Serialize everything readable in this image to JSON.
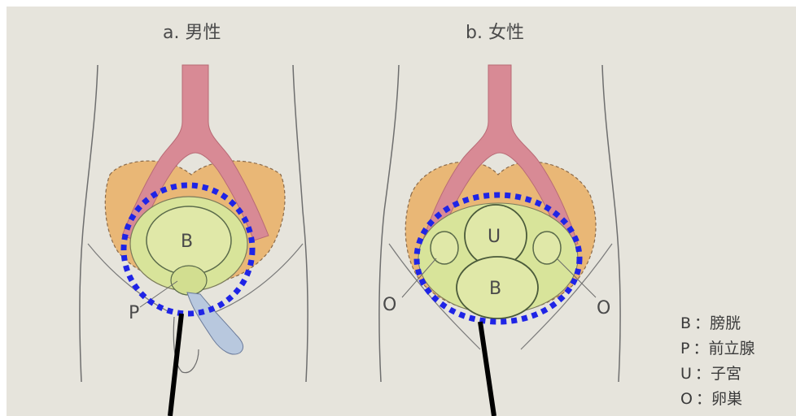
{
  "panels": {
    "male": {
      "title": "a. 男性",
      "labels": {
        "bladder": "B",
        "prostate": "P"
      }
    },
    "female": {
      "title": "b. 女性",
      "labels": {
        "uterus": "U",
        "bladder": "B",
        "ovary_left": "O",
        "ovary_right": "O"
      }
    }
  },
  "legend": [
    {
      "key": "B",
      "sep": "：",
      "text": "膀胱"
    },
    {
      "key": "P",
      "sep": "：",
      "text": "前立腺"
    },
    {
      "key": "U",
      "sep": "：",
      "text": "子宮"
    },
    {
      "key": "O",
      "sep": "：",
      "text": "卵巣"
    }
  ],
  "colors": {
    "paper": "#e6e4dc",
    "pelvis": "#e9b776",
    "vessel": "#d88a95",
    "organ_fill": "#d8e49a",
    "bladder_fill": "#e0e8a8",
    "highlight_circle": "#1f24e6",
    "pointer_line": "#000000",
    "outline": "#6e6e6e"
  }
}
